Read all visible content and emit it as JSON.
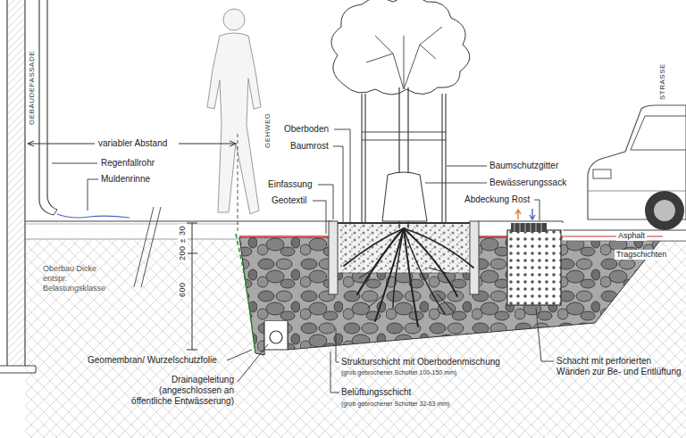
{
  "diagram": {
    "labels": [
      "GEBÄUDEFASSADE",
      "variabler Abstand",
      "Regenfallrohr",
      "Muldenrinne",
      "200 ± 30",
      "600",
      "Oberbau Dicke entspr. Belastungsklasse",
      "GEHWEG",
      "Oberboden",
      "Baumrost",
      "Einfassung",
      "Geotextil",
      "Baumschutzgitter",
      "Bewässerungssack",
      "Abdeckung Rost",
      "STRASSE",
      "Asphalt",
      "Tragschichten",
      "Geomembran/ Wurzelschutzfolie",
      "Drainageleitung (angeschlossen an öffentliche Entwässerung)",
      "Strukturschicht mit Oberbodenmischung",
      "(grob gebrochener Schotter 100-150 mm)",
      "Belüftungsschicht",
      "(grob gebrochener Schotter 32-63 mm)",
      "Schacht mit perforierten Wänden zur Be- und Entlüftung"
    ]
  }
}
